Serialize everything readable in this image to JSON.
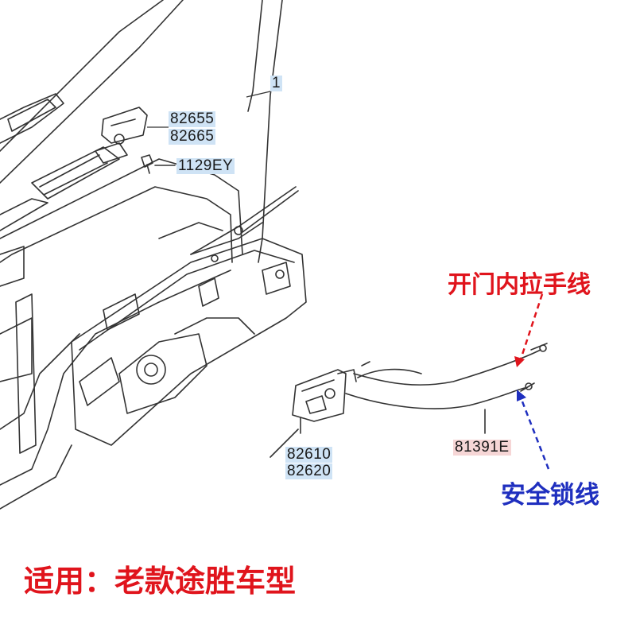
{
  "labels": {
    "p82655": "82655",
    "p82665": "82665",
    "p1129EY": "1129EY",
    "p82610": "82610",
    "p82620": "82620",
    "p81391E": "81391E",
    "top_cut": "1"
  },
  "annotations": {
    "inner_handle_cable": "开门内拉手线",
    "safety_lock_cable": "安全锁线",
    "applicable": "适用：老款途胜车型"
  },
  "colors": {
    "inner_handle_cable": "#e0141c",
    "safety_lock_cable": "#1f2fbf",
    "applicable": "#e0141c",
    "blue_box": "#cfe3f5",
    "pink_box": "#f6d6d6"
  }
}
